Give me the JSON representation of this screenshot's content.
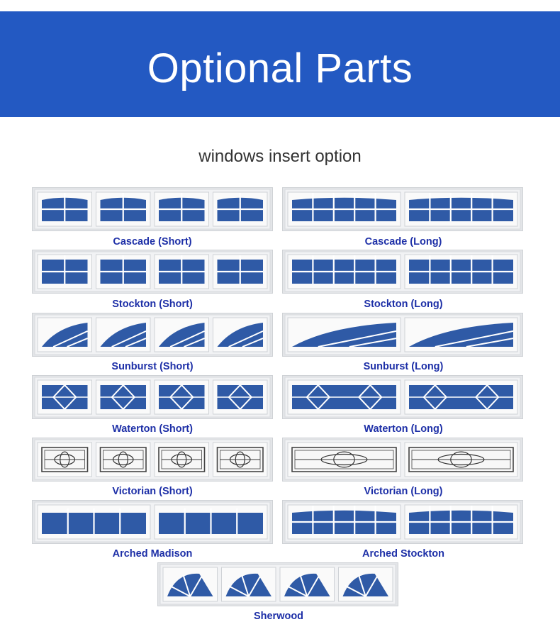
{
  "header": {
    "title": "Optional Parts",
    "background": "#2359c2",
    "text_color": "#ffffff"
  },
  "section": {
    "title": "windows insert option"
  },
  "colors": {
    "glass": "#2f5aa6",
    "glass_dark": "#1d3f86",
    "frame": "#f1f2f4",
    "caption": "#1d2fa7"
  },
  "options": [
    {
      "label": "Cascade (Short)",
      "style": "cascade",
      "length": "short",
      "panels": 4
    },
    {
      "label": "Cascade (Long)",
      "style": "cascade",
      "length": "long",
      "panels": 2
    },
    {
      "label": "Stockton (Short)",
      "style": "stockton",
      "length": "short",
      "panels": 4
    },
    {
      "label": "Stockton (Long)",
      "style": "stockton",
      "length": "long",
      "panels": 2
    },
    {
      "label": "Sunburst (Short)",
      "style": "sunburst",
      "length": "short",
      "panels": 4
    },
    {
      "label": "Sunburst (Long)",
      "style": "sunburst",
      "length": "long",
      "panels": 2
    },
    {
      "label": "Waterton (Short)",
      "style": "waterton",
      "length": "short",
      "panels": 4
    },
    {
      "label": "Waterton (Long)",
      "style": "waterton",
      "length": "long",
      "panels": 2
    },
    {
      "label": "Victorian (Short)",
      "style": "victorian",
      "length": "short",
      "panels": 4
    },
    {
      "label": "Victorian (Long)",
      "style": "victorian",
      "length": "long",
      "panels": 2
    },
    {
      "label": "Arched Madison",
      "style": "arched-madison",
      "length": "long",
      "panels": 2
    },
    {
      "label": "Arched Stockton",
      "style": "arched-stockton",
      "length": "long",
      "panels": 2
    },
    {
      "label": "Sherwood",
      "style": "sherwood",
      "length": "short",
      "panels": 4
    }
  ]
}
